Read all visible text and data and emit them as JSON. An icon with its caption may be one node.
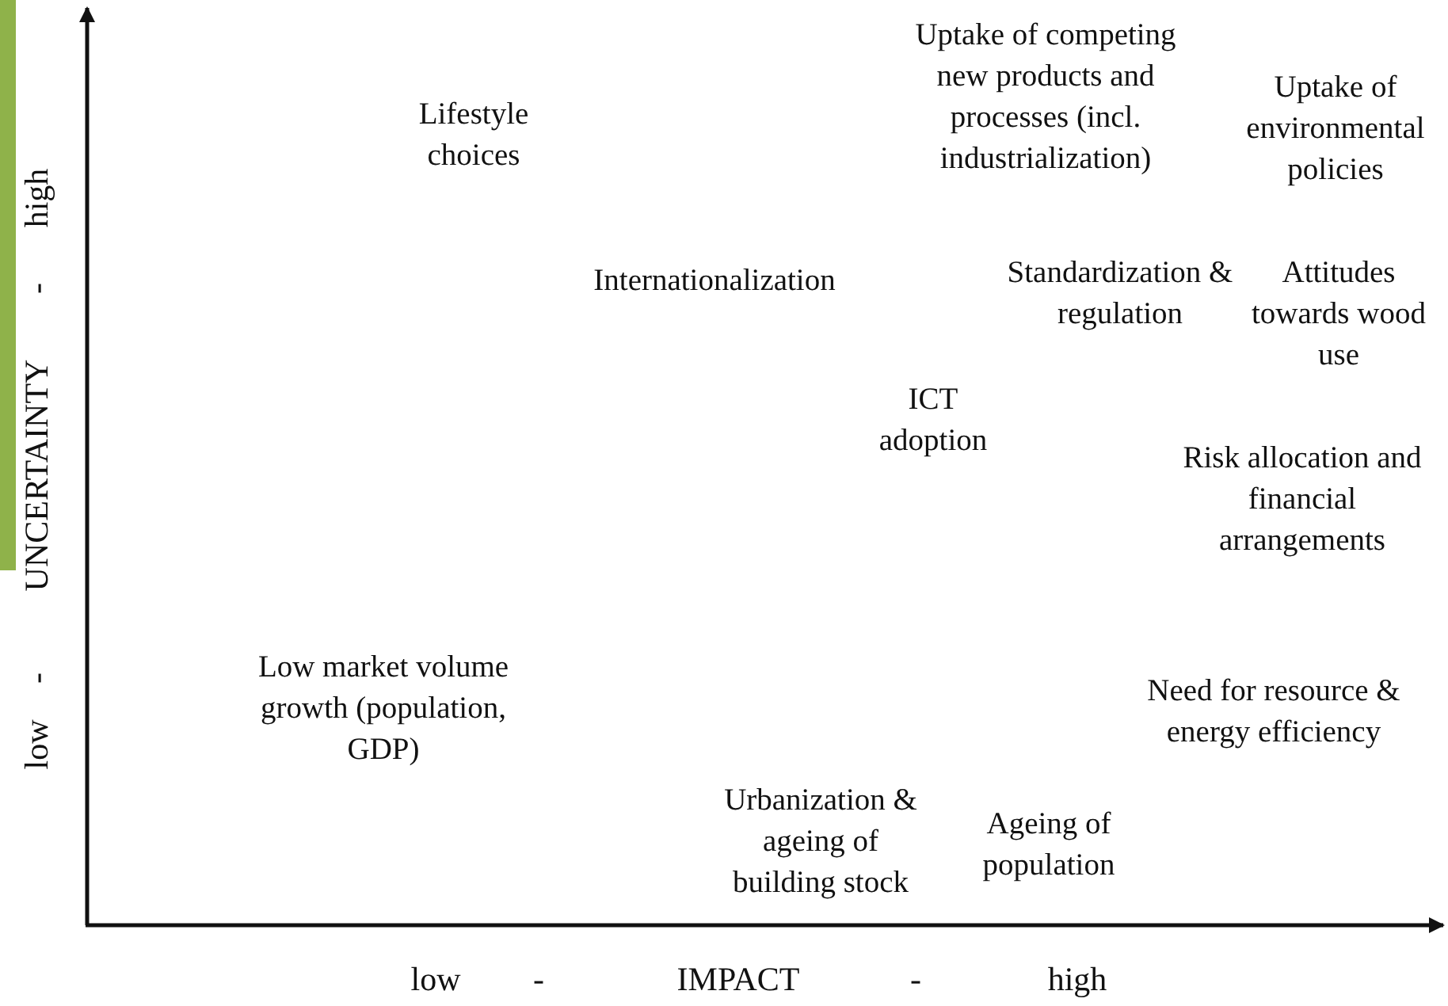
{
  "diagram": {
    "labels": [
      "Uptake of competing new products and processes (incl. industrialization)",
      "Uptake of environmental policies",
      "Lifestyle choices",
      "Internationalization",
      "Standardization & regulation",
      "Attitudes towards wood use",
      "ICT adoption",
      "Risk allocation and financial arrangements",
      "Low market volume growth (population, GDP)",
      "Need for resource & energy efficiency",
      "Urbanization & ageing of building stock",
      "Ageing of population",
      "high",
      "-",
      "UNCERTAINTY",
      "-",
      "low",
      "low",
      "-",
      "IMPACT",
      "-",
      "high"
    ]
  }
}
